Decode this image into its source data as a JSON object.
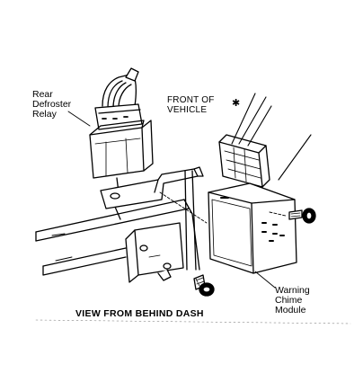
{
  "labels": {
    "rear_defroster_relay": "Rear\nDefroster\nRelay",
    "front_of_vehicle": "FRONT OF\nVEHICLE",
    "front_arrow_symbol": "✱",
    "warning_chime_module": "Warning\nChime\nModule",
    "view_caption": "VIEW FROM BEHIND DASH"
  },
  "colors": {
    "ink": "#000000",
    "paper": "#ffffff"
  }
}
